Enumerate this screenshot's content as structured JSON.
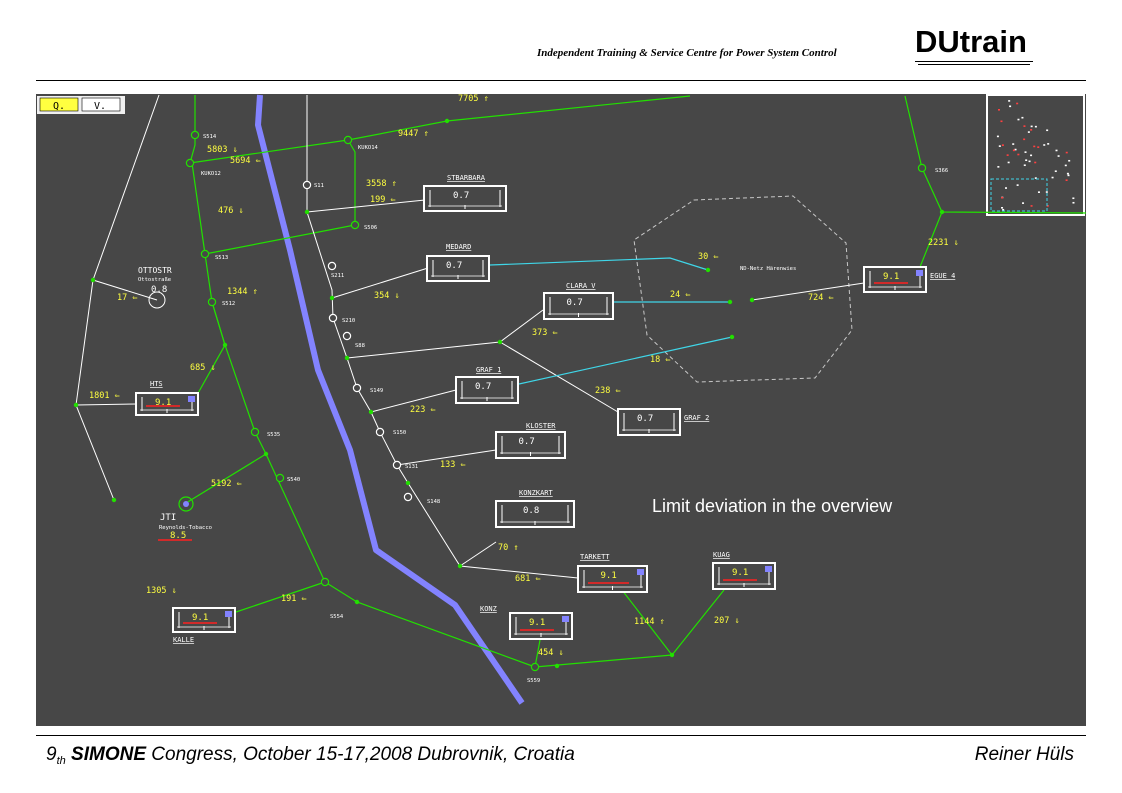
{
  "header": {
    "subtitle": "Independent Training & Service Centre for Power System Control",
    "logo": "DUtrain"
  },
  "footer": {
    "ordinal_num": "9",
    "ordinal_suffix": "th",
    "event": "SIMONE",
    "details": " Congress,  October 15-17,2008  Dubrovnik, Croatia",
    "author": "Reiner Hüls"
  },
  "overlay_caption": "Limit deviation in the overview",
  "toolbar": {
    "q_label": "Q.",
    "v_label": "V."
  },
  "colors": {
    "background": "#474747",
    "network_green": "#22e000",
    "network_white": "#ffffff",
    "network_cyan": "#3fd6e8",
    "river_blue": "#8383ff",
    "value_yellow": "#ffff40",
    "violation_red": "#ff2020"
  },
  "flow_labels": [
    "7705 ⇑",
    "9447 ⇑",
    "5803 ⇓",
    "5694 ⇐",
    "3558 ⇑",
    "199 ⇐",
    "476 ⇓",
    "2231 ⇓",
    "30 ⇐",
    "24 ⇐",
    "724 ⇐",
    "17 ⇐",
    "1344 ⇑",
    "354 ⇓",
    "373 ⇐",
    "18 ⇐",
    "685 ⇓",
    "238 ⇐",
    "1801 ⇐",
    "223 ⇐",
    "133 ⇐",
    "5192 ⇐",
    "70 ⇑",
    "681 ⇐",
    "1305 ⇓",
    "191 ⇐",
    "1144 ⇑",
    "207 ⇓",
    "454 ⇓"
  ],
  "node_labels": [
    "S514",
    "KUKO14",
    "KUKO12",
    "S11",
    "S366",
    "S506",
    "S513",
    "S211",
    "S512",
    "S210",
    "S88",
    "S149",
    "S535",
    "S150",
    "S131",
    "S540",
    "S148",
    "S554",
    "S559"
  ],
  "stations": [
    {
      "name": "STBARBARA",
      "value": "0.7",
      "violation": false
    },
    {
      "name": "MEDARD",
      "value": "0.7",
      "violation": false
    },
    {
      "name": "CLARA V",
      "value": "0.7",
      "violation": false
    },
    {
      "name": "EGUE 4",
      "value": "9.1",
      "violation": true
    },
    {
      "name": "HTS",
      "value": "9.1",
      "violation": true
    },
    {
      "name": "GRAF 1",
      "value": "0.7",
      "violation": false
    },
    {
      "name": "GRAF 2",
      "value": "0.7",
      "violation": false
    },
    {
      "name": "KLOSTER",
      "value": "0.7",
      "violation": false
    },
    {
      "name": "KONZKART",
      "value": "0.8",
      "violation": false
    },
    {
      "name": "TARKETT",
      "value": "9.1",
      "violation": true
    },
    {
      "name": "KUAG",
      "value": "9.1",
      "violation": true
    },
    {
      "name": "KALLE",
      "value": "9.1",
      "violation": true
    },
    {
      "name": "KONZ",
      "value": "9.1",
      "violation": true
    }
  ],
  "customers": {
    "ottostr": {
      "name": "OTTOSTR",
      "sub": "Ottostraße",
      "value": "0.8"
    },
    "jti": {
      "name": "JTI",
      "sub": "Reynolds-Tobacco",
      "value": "8.5"
    },
    "nd_netz": {
      "name": "ND-Netz Härenwies"
    }
  }
}
